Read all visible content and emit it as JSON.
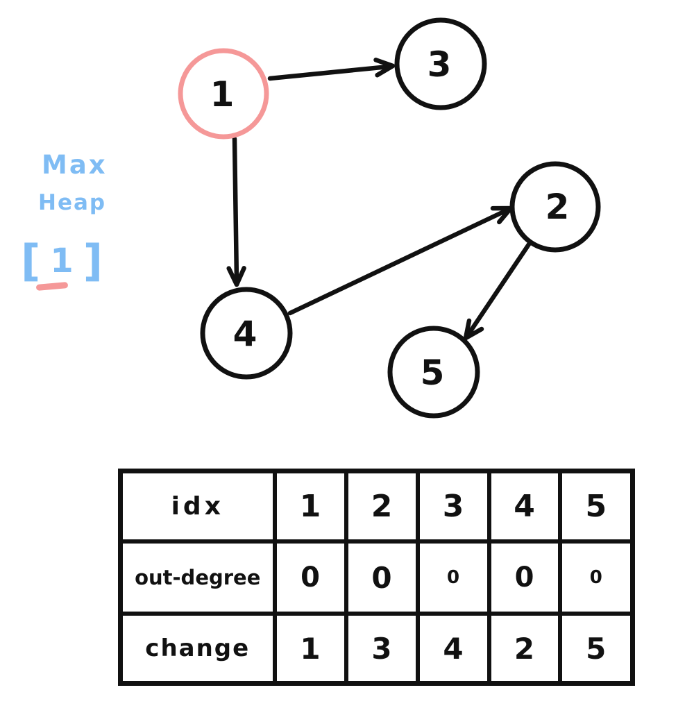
{
  "colors": {
    "ink": "#111111",
    "highlight_pink": "#f59898",
    "annotation_blue": "#7fbcf4",
    "background": "#ffffff"
  },
  "annotation": {
    "line1": "Max",
    "line2": "Heap",
    "bracket_open": "[",
    "heap_value": "1",
    "bracket_close": "]"
  },
  "graph": {
    "type": "directed",
    "nodes": [
      {
        "label": "1",
        "highlighted": true
      },
      {
        "label": "2",
        "highlighted": false
      },
      {
        "label": "3",
        "highlighted": false
      },
      {
        "label": "4",
        "highlighted": false
      },
      {
        "label": "5",
        "highlighted": false
      }
    ],
    "edges": [
      {
        "from": "1",
        "to": "3"
      },
      {
        "from": "1",
        "to": "4"
      },
      {
        "from": "4",
        "to": "2"
      },
      {
        "from": "2",
        "to": "5"
      }
    ]
  },
  "table": {
    "rows": [
      {
        "label": "idx",
        "values": [
          "1",
          "2",
          "3",
          "4",
          "5"
        ]
      },
      {
        "label": "out-degree",
        "values": [
          "0",
          "0",
          "0",
          "0",
          "0"
        ]
      },
      {
        "label": "change",
        "values": [
          "1",
          "3",
          "4",
          "2",
          "5"
        ]
      }
    ],
    "highlighted_cell": {
      "row": "change",
      "value": "1",
      "color": "#f59898"
    }
  }
}
